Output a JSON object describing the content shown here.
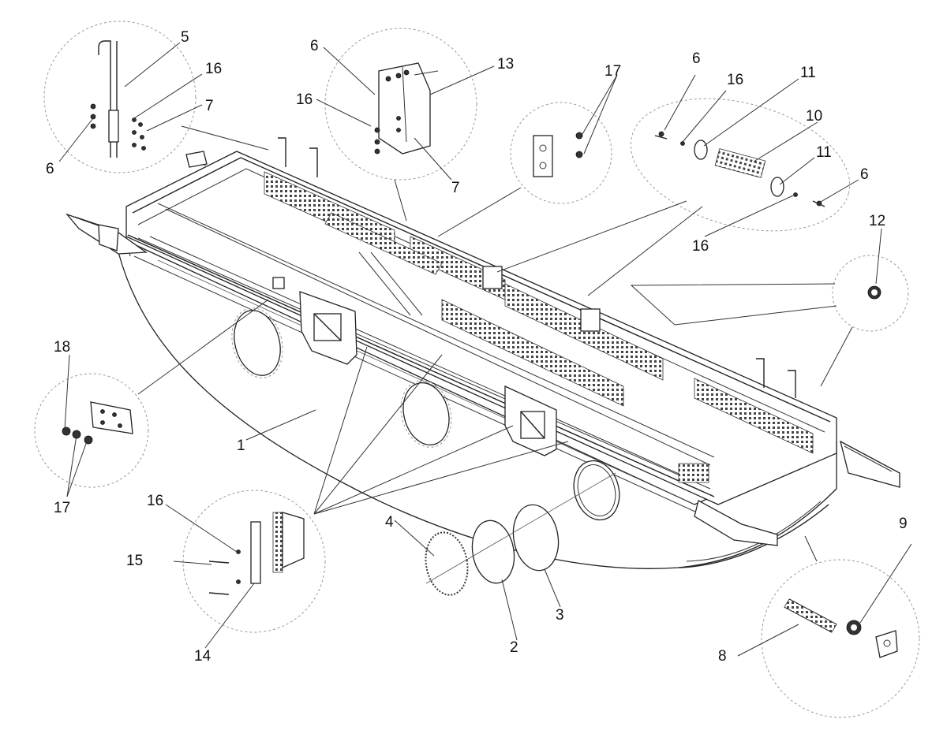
{
  "diagram": {
    "callouts": {
      "c1": "1",
      "c2": "2",
      "c3": "3",
      "c4": "4",
      "c5": "5",
      "c6a": "6",
      "c6b": "6",
      "c6c": "6",
      "c6d": "6",
      "c7a": "7",
      "c7b": "7",
      "c8": "8",
      "c9": "9",
      "c10": "10",
      "c11a": "11",
      "c11b": "11",
      "c12": "12",
      "c13": "13",
      "c14": "14",
      "c15": "15",
      "c16a": "16",
      "c16b": "16",
      "c16c": "16",
      "c16d": "16",
      "c16e": "16",
      "c17a": "17",
      "c17b": "17",
      "c18": "18"
    }
  }
}
